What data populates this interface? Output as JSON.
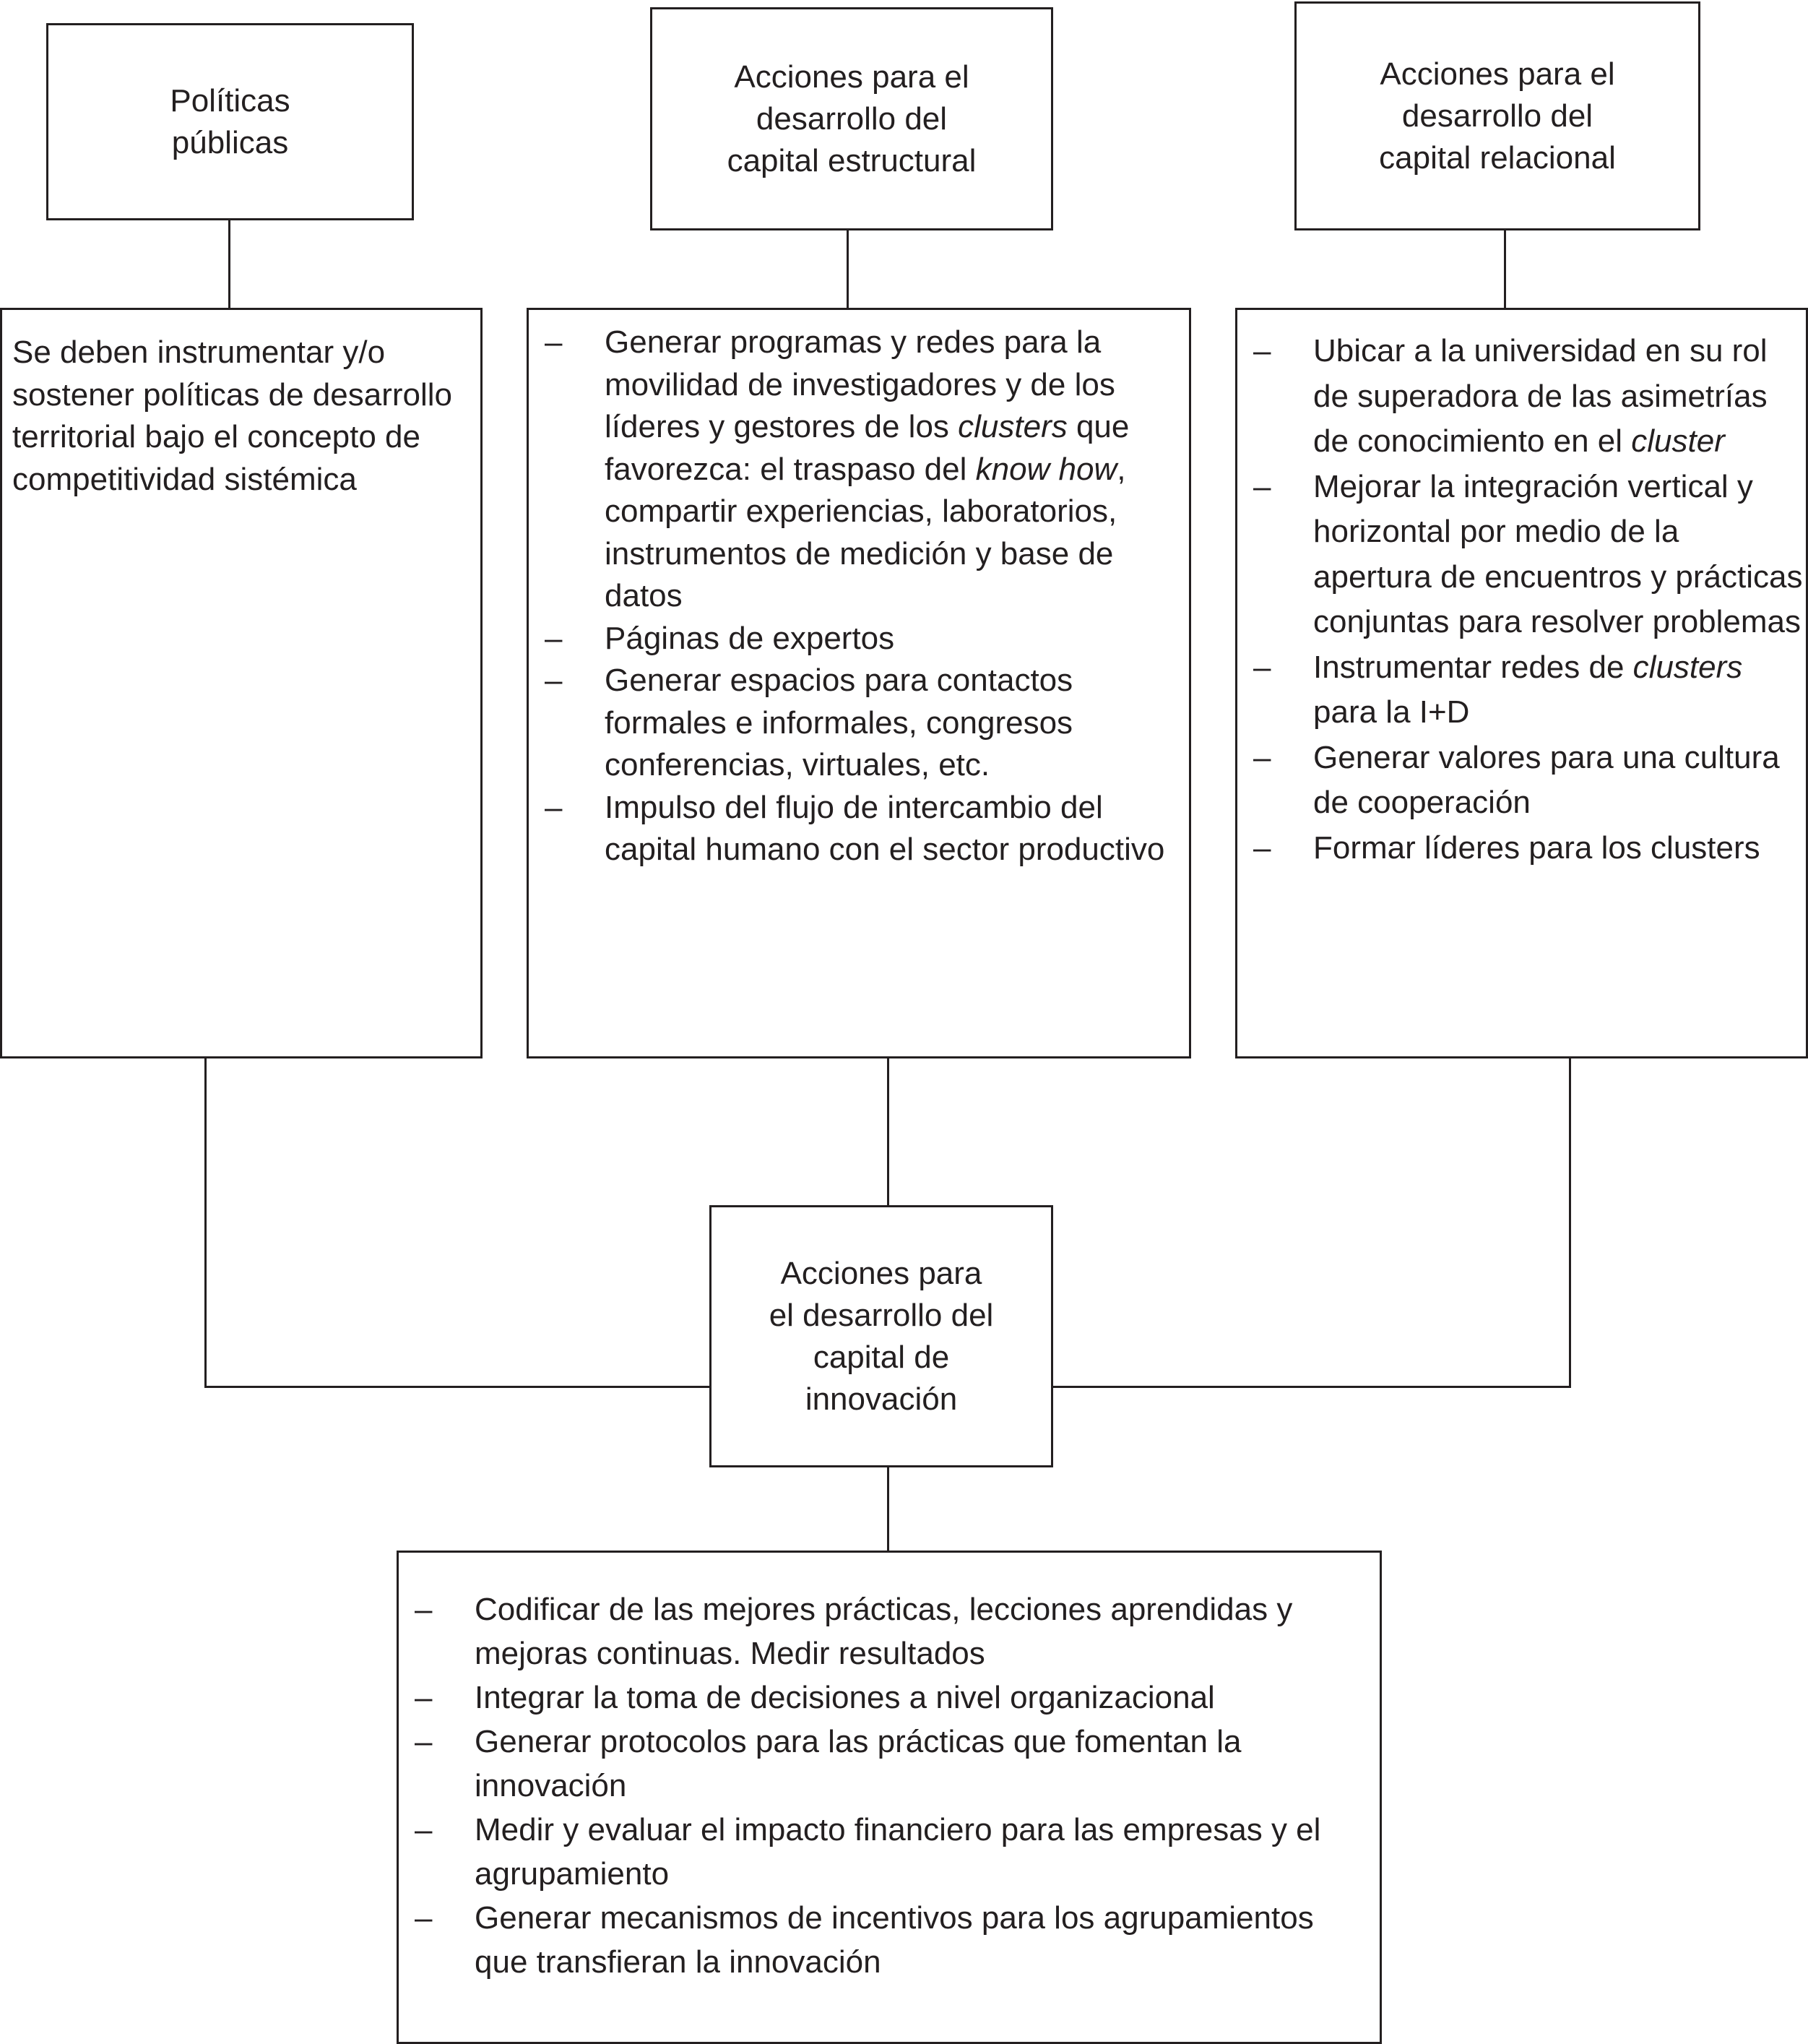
{
  "nodes": {
    "politicas": {
      "title": "Políticas\npúblicas"
    },
    "estructural": {
      "title": "Acciones para el\ndesarrollo del\ncapital estructural"
    },
    "relacional": {
      "title": "Acciones para el\ndesarrollo del\ncapital relacional"
    },
    "innovacion": {
      "title": "Acciones para\nel desarrollo del\ncapital de\ninnovación"
    }
  },
  "details": {
    "politicas": {
      "text": "Se deben instrumentar y/o sostener políticas de desarrollo territorial bajo el concepto de competitividad sistémica"
    },
    "estructural": {
      "items": [
        {
          "parts": [
            {
              "text": "Generar programas y redes para la movilidad de investigadores y de los líderes y gestores de los ",
              "italic": false
            },
            {
              "text": "clusters",
              "italic": true
            },
            {
              "text": " que favorezca: el traspaso del ",
              "italic": false
            },
            {
              "text": "know how",
              "italic": true
            },
            {
              "text": ", compartir experiencias, laboratorios, instrumentos de medición y base de datos",
              "italic": false
            }
          ]
        },
        {
          "parts": [
            {
              "text": "Páginas de expertos",
              "italic": false
            }
          ]
        },
        {
          "parts": [
            {
              "text": "Generar espacios para contactos formales e informales, congresos conferencias, virtuales, etc.",
              "italic": false
            }
          ]
        },
        {
          "parts": [
            {
              "text": "Impulso del flujo de intercambio del capital humano con el sector productivo",
              "italic": false
            }
          ]
        }
      ]
    },
    "relacional": {
      "items": [
        {
          "parts": [
            {
              "text": "Ubicar a la universidad en su rol de superadora de las asimetrías de conocimiento en el ",
              "italic": false
            },
            {
              "text": "cluster",
              "italic": true
            }
          ]
        },
        {
          "parts": [
            {
              "text": "Mejorar la integración vertical y horizontal por medio de la apertura de encuentros y prácticas conjuntas para resolver problemas",
              "italic": false
            }
          ]
        },
        {
          "parts": [
            {
              "text": "Instrumentar redes de ",
              "italic": false
            },
            {
              "text": "clusters",
              "italic": true
            },
            {
              "text": " para la I+D",
              "italic": false
            }
          ]
        },
        {
          "parts": [
            {
              "text": "Generar valores para una cultura de cooperación",
              "italic": false
            }
          ]
        },
        {
          "parts": [
            {
              "text": "Formar líderes para los clusters",
              "italic": false
            }
          ]
        }
      ]
    },
    "innovacion": {
      "items": [
        {
          "parts": [
            {
              "text": "Codificar de las mejores prácticas, lecciones aprendidas y mejoras continuas. Medir resultados",
              "italic": false
            }
          ]
        },
        {
          "parts": [
            {
              "text": "Integrar la toma de decisiones a nivel organizacional",
              "italic": false
            }
          ]
        },
        {
          "parts": [
            {
              "text": "Generar protocolos para las prácticas que fomentan la innovación",
              "italic": false
            }
          ]
        },
        {
          "parts": [
            {
              "text": "Medir y evaluar el impacto financiero para las empresas y el agrupamiento",
              "italic": false
            }
          ]
        },
        {
          "parts": [
            {
              "text": "Generar mecanismos de incentivos para los agrupamientos que transfieran la innovación",
              "italic": false
            }
          ]
        }
      ]
    }
  }
}
